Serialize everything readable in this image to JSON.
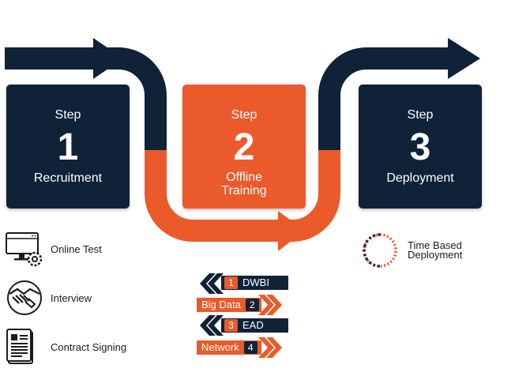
{
  "colors": {
    "navy": "#0f2238",
    "orange": "#eb5a2b",
    "text": "#1b1b1b",
    "white": "#ffffff"
  },
  "steps": [
    {
      "word": "Step",
      "number": "1",
      "name": "Recruitment",
      "color": "navy"
    },
    {
      "word": "Step",
      "number": "2",
      "name_line1": "Offline",
      "name_line2": "Training",
      "color": "orange"
    },
    {
      "word": "Step",
      "number": "3",
      "name": "Deployment",
      "color": "navy"
    }
  ],
  "recruitment_process": [
    {
      "label": "Online Test",
      "icon": "computer-gear-icon"
    },
    {
      "label": "Interview",
      "icon": "handshake-icon"
    },
    {
      "label": "Contract Signing",
      "icon": "contract-document-icon"
    }
  ],
  "training_modules": [
    {
      "number": "1",
      "label": "DWBI",
      "color": "navy",
      "arrow": "left"
    },
    {
      "number": "2",
      "label": "Big Data",
      "color": "orange",
      "arrow": "right"
    },
    {
      "number": "3",
      "label": "EAD",
      "color": "navy",
      "arrow": "left"
    },
    {
      "number": "4",
      "label": "Network",
      "color": "orange",
      "arrow": "right"
    }
  ],
  "deployment": {
    "label_line1": "Time Based",
    "label_line2": "Deployment",
    "icon": "dotted-circle-icon"
  }
}
